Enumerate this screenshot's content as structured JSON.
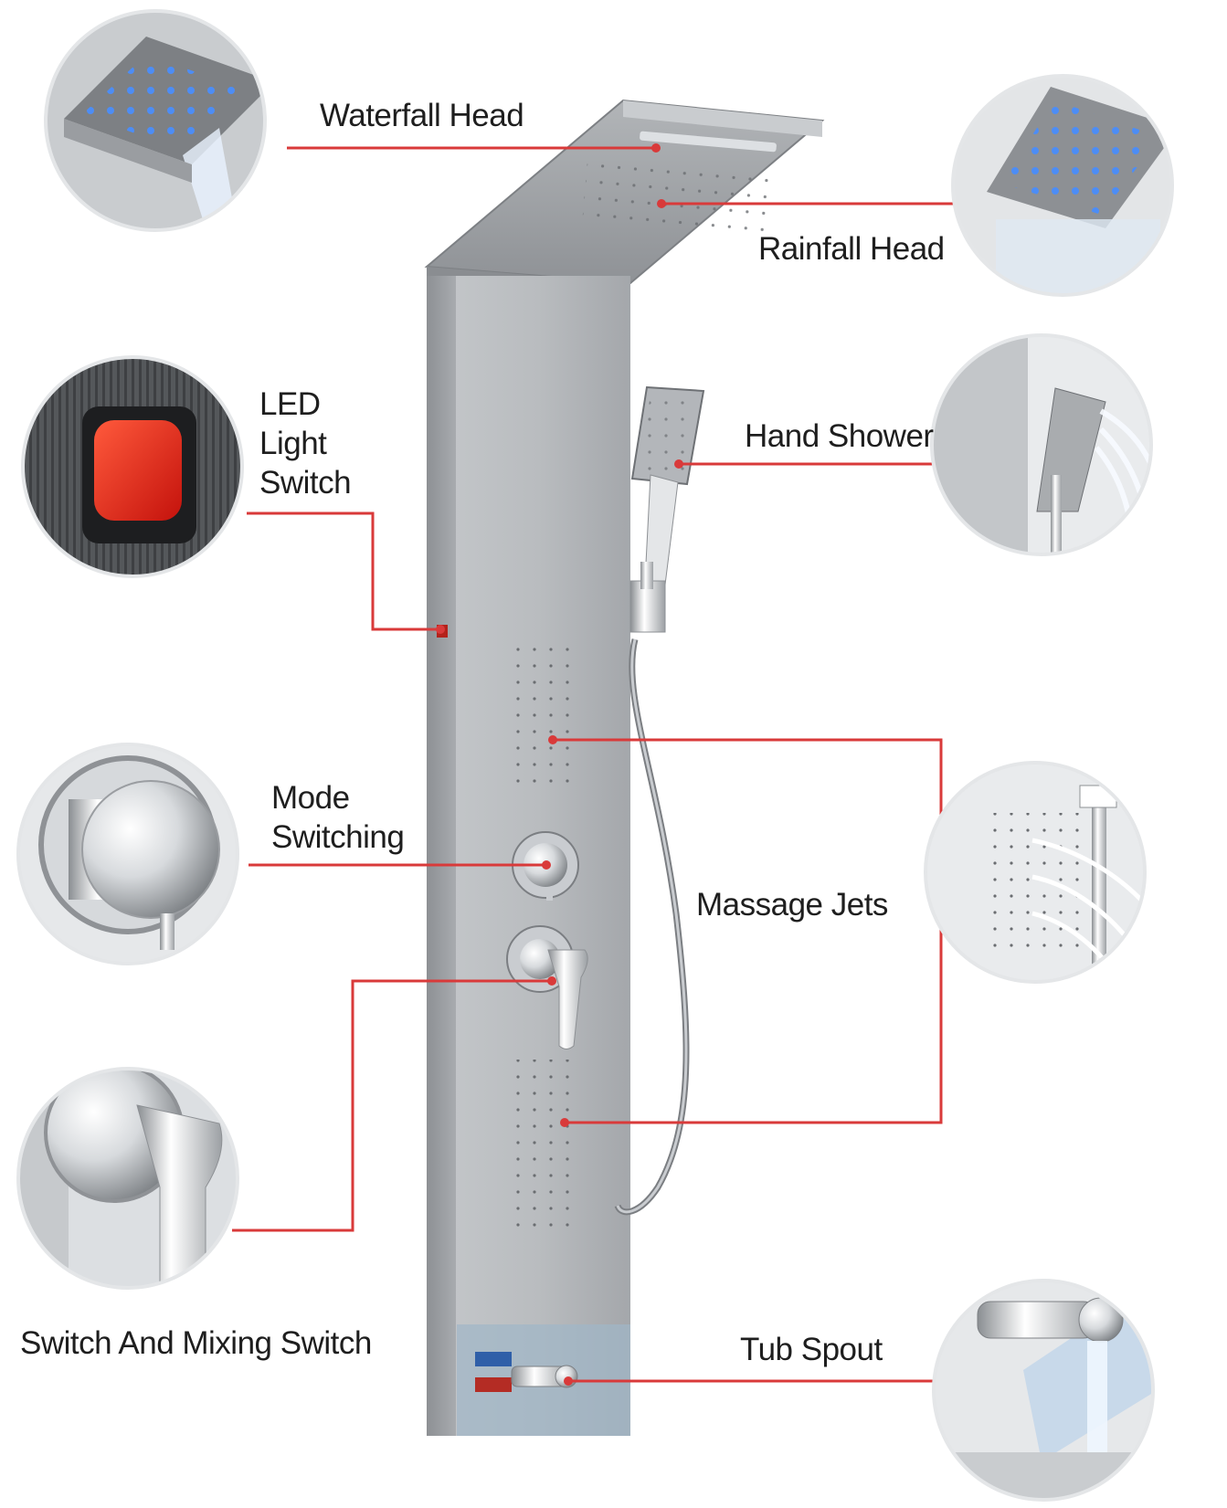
{
  "callouts": {
    "waterfall_head": "Waterfall Head",
    "rainfall_head": "Rainfall Head",
    "led_switch": [
      "LED",
      "Light",
      "Switch"
    ],
    "hand_shower": "Hand Shower",
    "mode_switching": [
      "Mode",
      "Switching"
    ],
    "massage_jets": "Massage Jets",
    "mixing_switch": "Switch And Mixing Switch",
    "tub_spout": "Tub Spout"
  },
  "colors": {
    "leader_line": "#d93a3a",
    "panel": "#b9bcbf",
    "panel_shadow": "#9a9da1",
    "chrome": "#e8eaec",
    "led_red": "#e8251c",
    "led_blue": "#3c7cf0"
  },
  "icons": [
    "waterfall-head-photo",
    "rainfall-head-photo",
    "led-switch-photo",
    "hand-shower-photo",
    "mode-knob-photo",
    "massage-jets-photo",
    "mixing-handle-photo",
    "tub-spout-photo"
  ]
}
